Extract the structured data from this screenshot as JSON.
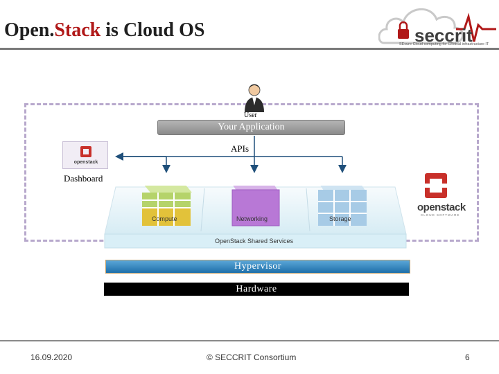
{
  "header": {
    "title_prefix": "Open.",
    "title_accent": "Stack",
    "title_suffix": " is Cloud OS",
    "logo_name": "seccrit",
    "logo_tagline": "SEcure Cloud computing for CRitical infrastructure IT"
  },
  "diagram": {
    "user_label": "User",
    "app_label": "Your Application",
    "apis_label": "APIs",
    "dashboard_label": "Dashboard",
    "dashboard_thumb_text": "openstack",
    "services": [
      "Compute",
      "Networking",
      "Storage"
    ],
    "shared_services_label": "OpenStack Shared Services",
    "hypervisor_label": "Hypervisor",
    "hardware_label": "Hardware",
    "openstack_logo_text": "openstack",
    "openstack_logo_sub": "CLOUD SOFTWARE"
  },
  "footer": {
    "date": "16.09.2020",
    "center": "© SECCRIT Consortium",
    "page": "6"
  },
  "colors": {
    "accent_red": "#b01818",
    "dashed_border": "#b7a8cc",
    "hypervisor_blue": "#2f86c4",
    "openstack_red": "#c8302a"
  }
}
